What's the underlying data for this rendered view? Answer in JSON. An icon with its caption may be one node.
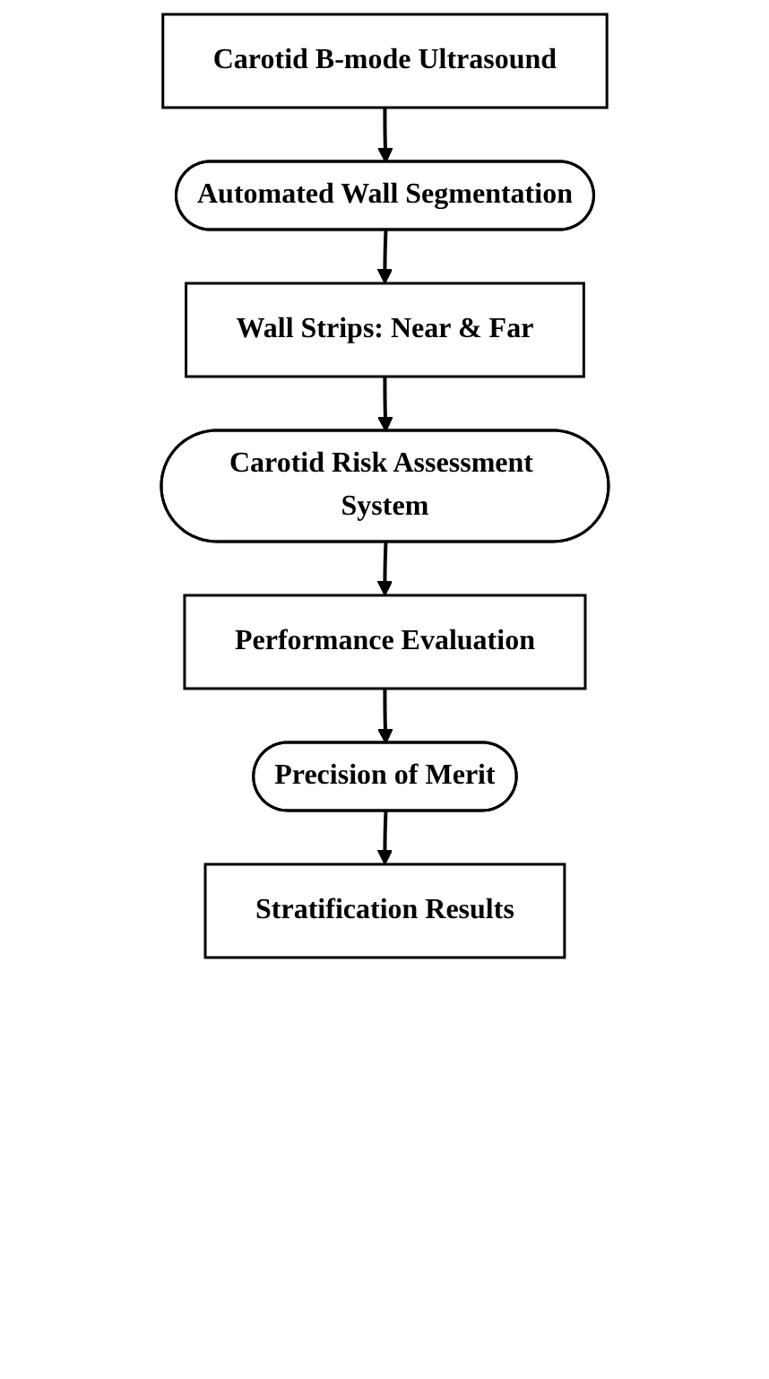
{
  "diagram": {
    "nodes": [
      {
        "text": [
          "Carotid B-mode Ultrasound"
        ]
      },
      {
        "text": [
          "Automated Wall Segmentation"
        ]
      },
      {
        "text": [
          "Wall Strips: Near & Far"
        ]
      },
      {
        "text": [
          "Carotid Risk Assessment System"
        ]
      },
      {
        "text": [
          "Performance Evaluation"
        ]
      },
      {
        "text": [
          "Precision of Merit"
        ]
      },
      {
        "text": [
          "Stratification Results"
        ]
      }
    ],
    "edges": [
      {
        "from": 0,
        "to": 1,
        "arrow": "to"
      },
      {
        "from": 1,
        "to": 2,
        "arrow": "to"
      },
      {
        "from": 2,
        "to": 3,
        "arrow": "to"
      },
      {
        "from": 3,
        "to": 4,
        "arrow": "to"
      },
      {
        "from": 4,
        "to": 5,
        "arrow": "to"
      },
      {
        "from": 5,
        "to": 6,
        "arrow": "to"
      }
    ]
  }
}
